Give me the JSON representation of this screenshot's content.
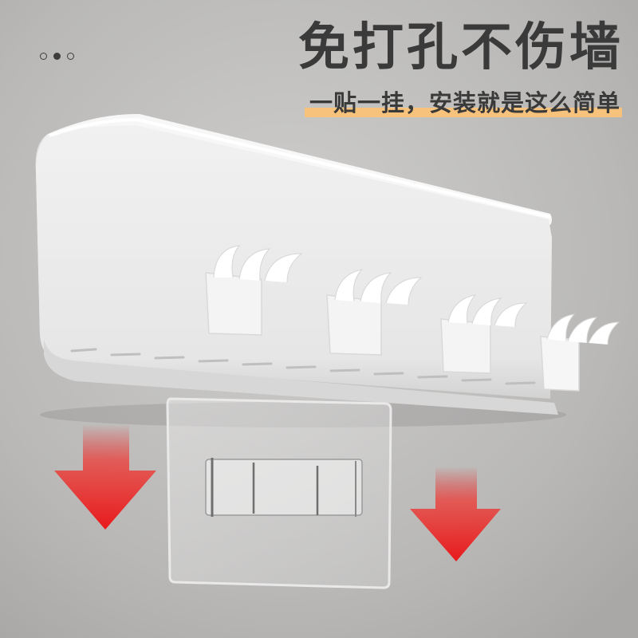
{
  "headline": "免打孔不伤墙",
  "tagline": "一贴一挂，安装就是这么简单",
  "pager": {
    "dots": 3,
    "active_index": 1
  },
  "colors": {
    "wall": "#bdbcba",
    "text": "#3a3a3a",
    "highlight": "#f7c27b",
    "arrow": "#e8191b",
    "rack": "#eeeeee"
  },
  "icons": [
    "down-arrow-icon",
    "down-arrow-icon"
  ]
}
